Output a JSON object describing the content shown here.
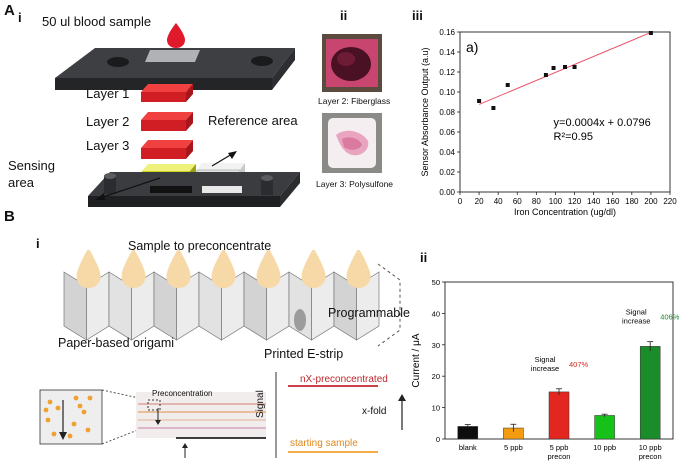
{
  "panel_a": {
    "letter": "A",
    "sub_i": "i",
    "sub_ii": "ii",
    "sub_iii": "iii",
    "sample_label": "50 ul blood sample",
    "layer1": "Layer 1",
    "layer2": "Layer 2",
    "layer3": "Layer 3",
    "reference_area": "Reference area",
    "sensing_area_1": "Sensing",
    "sensing_area_2": "area",
    "photo_caption_2": "Layer 2: Fiberglass",
    "photo_caption_3": "Layer 3: Polysulfone"
  },
  "panel_b": {
    "letter": "B",
    "sub_i": "i",
    "sub_ii": "ii",
    "sample_title": "Sample to preconcentrate",
    "programmable": "Programmable",
    "origami": "Paper-based origami",
    "estrip": "Printed E-strip",
    "preconcentration": "Preconcentration",
    "signal_axis": "Signal",
    "nx_label": "nX-preconcentrated",
    "xfold": "x-fold",
    "starting": "starting sample"
  },
  "colors": {
    "red_layer": "#e0262b",
    "sensing_yellow": "#d7e01c",
    "fit_line": "#e8546a",
    "droplet": "#f7d9a8",
    "nx_line": "#c0272d",
    "start_line": "#f0a030"
  },
  "chart_data": [
    {
      "type": "scatter",
      "annotation": "a)",
      "xlabel": "Iron Concentration (ug/dl)",
      "ylabel": "Sensor Absorbance Output (a.u)",
      "xlim": [
        0,
        220
      ],
      "ylim": [
        0.0,
        0.16
      ],
      "xticks": [
        "0",
        "20",
        "40",
        "60",
        "80",
        "100",
        "120",
        "140",
        "160",
        "180",
        "200",
        "220"
      ],
      "yticks": [
        "0.00",
        "0.02",
        "0.04",
        "0.06",
        "0.08",
        "0.10",
        "0.12",
        "0.14",
        "0.16"
      ],
      "points": [
        [
          20,
          0.091
        ],
        [
          35,
          0.084
        ],
        [
          50,
          0.107
        ],
        [
          90,
          0.117
        ],
        [
          98,
          0.124
        ],
        [
          110,
          0.125
        ],
        [
          120,
          0.125
        ],
        [
          200,
          0.159
        ]
      ],
      "fit": {
        "slope": 0.0004,
        "intercept": 0.0796
      },
      "equation": "y=0.0004x + 0.0796",
      "r2": "R²=0.95"
    },
    {
      "type": "bar",
      "ylabel": "Current / μA",
      "ylim": [
        0,
        50
      ],
      "yticks": [
        "0",
        "10",
        "20",
        "30",
        "40",
        "50"
      ],
      "categories": [
        [
          "blank"
        ],
        [
          "5 ppb"
        ],
        [
          "5 ppb",
          "precon"
        ],
        [
          "10 ppb"
        ],
        [
          "10 ppb",
          "precon"
        ]
      ],
      "values": [
        4,
        3.5,
        15,
        7.5,
        29.5
      ],
      "errors": [
        0.6,
        1.2,
        1.0,
        0.4,
        1.5
      ],
      "colors": [
        "#0d0d0d",
        "#f39c12",
        "#e3261f",
        "#16c21a",
        "#1a8c2a"
      ],
      "annotations": [
        {
          "line1": "Signal",
          "line2": "increase",
          "pct": "407%",
          "pct_color": "#d6281f"
        },
        {
          "line1": "Signal",
          "line2": "increase",
          "pct": "406%",
          "pct_color": "#1a8c2a"
        }
      ]
    }
  ]
}
